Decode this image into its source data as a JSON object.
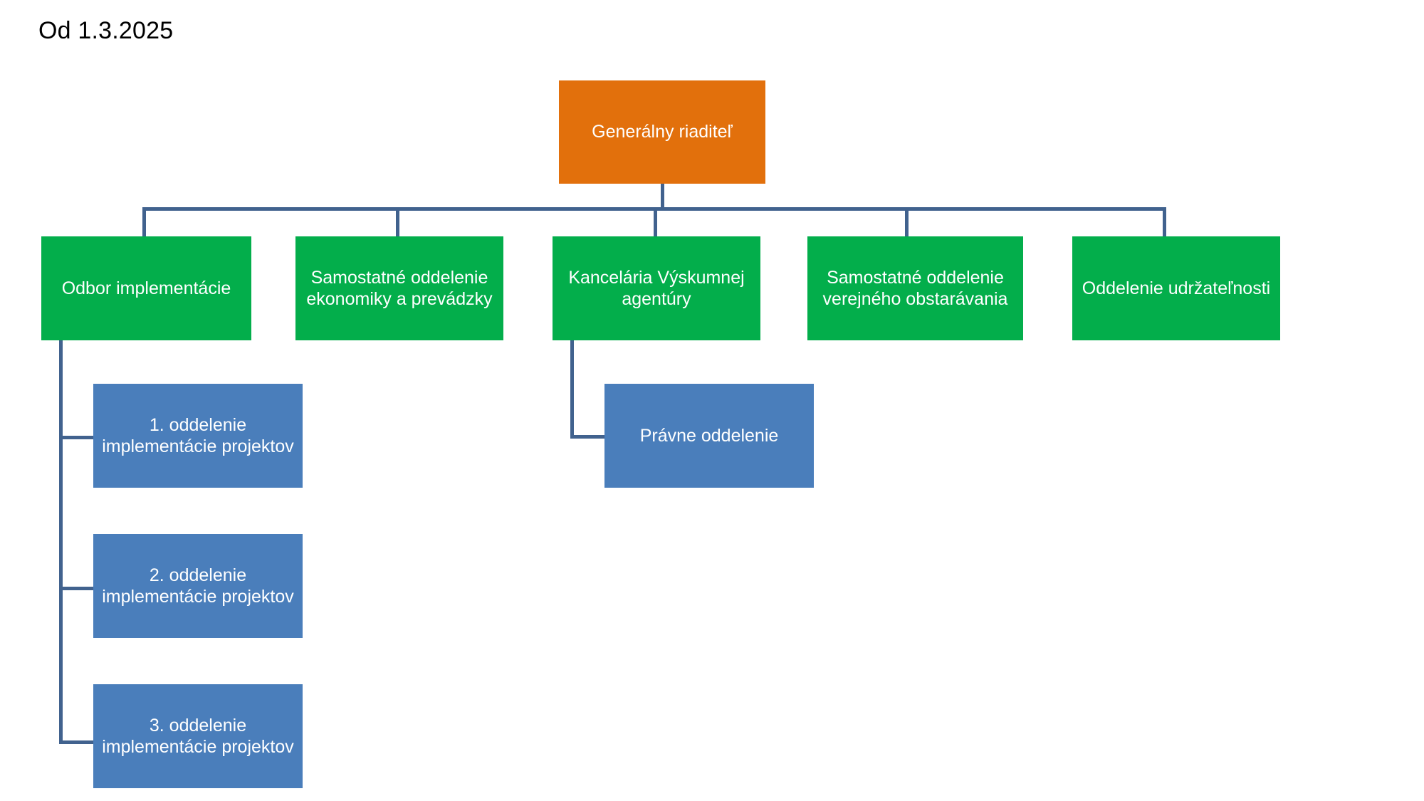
{
  "chart_data": {
    "type": "diagram",
    "diagram_kind": "org-chart",
    "title": "Od 1.3.2025",
    "levels": 3,
    "nodes": [
      {
        "id": "root",
        "label": "Generálny riaditeľ",
        "level": 0,
        "color": "#E2700C",
        "parent": null
      },
      {
        "id": "g1",
        "label": "Odbor implementácie",
        "level": 1,
        "color": "#03AE4B",
        "parent": "root"
      },
      {
        "id": "g2",
        "label": "Samostatné oddelenie ekonomiky a prevádzky",
        "level": 1,
        "color": "#03AE4B",
        "parent": "root"
      },
      {
        "id": "g3",
        "label": "Kancelária Výskumnej agentúry",
        "level": 1,
        "color": "#03AE4B",
        "parent": "root"
      },
      {
        "id": "g4",
        "label": "Samostatné oddelenie verejného obstarávania",
        "level": 1,
        "color": "#03AE4B",
        "parent": "root"
      },
      {
        "id": "g5",
        "label": "Oddelenie udržateľnosti",
        "level": 1,
        "color": "#03AE4B",
        "parent": "root"
      },
      {
        "id": "b1",
        "label": "1. oddelenie implementácie projektov",
        "level": 2,
        "color": "#4A7EBB",
        "parent": "g1"
      },
      {
        "id": "b2",
        "label": "2. oddelenie implementácie projektov",
        "level": 2,
        "color": "#4A7EBB",
        "parent": "g1"
      },
      {
        "id": "b3",
        "label": "3. oddelenie implementácie projektov",
        "level": 2,
        "color": "#4A7EBB",
        "parent": "g1"
      },
      {
        "id": "b4",
        "label": "Právne oddelenie",
        "level": 2,
        "color": "#4A7EBB",
        "parent": "g3"
      }
    ],
    "edges": [
      {
        "from": "root",
        "to": "g1"
      },
      {
        "from": "root",
        "to": "g2"
      },
      {
        "from": "root",
        "to": "g3"
      },
      {
        "from": "root",
        "to": "g4"
      },
      {
        "from": "root",
        "to": "g5"
      },
      {
        "from": "g1",
        "to": "b1"
      },
      {
        "from": "g1",
        "to": "b2"
      },
      {
        "from": "g1",
        "to": "b3"
      },
      {
        "from": "g3",
        "to": "b4"
      }
    ],
    "connector_color": "#41628E"
  },
  "header": {
    "title": "Od 1.3.2025"
  },
  "root": {
    "label": "Generálny riaditeľ"
  },
  "departments": [
    {
      "label": "Odbor implementácie"
    },
    {
      "label": "Samostatné oddelenie ekonomiky a prevádzky"
    },
    {
      "label": "Kancelária Výskumnej agentúry"
    },
    {
      "label": "Samostatné oddelenie verejného obstarávania"
    },
    {
      "label": "Oddelenie udržateľnosti"
    }
  ],
  "units": [
    {
      "label": "1. oddelenie implementácie projektov"
    },
    {
      "label": "2. oddelenie implementácie projektov"
    },
    {
      "label": "3. oddelenie implementácie projektov"
    },
    {
      "label": "Právne oddelenie"
    }
  ],
  "colors": {
    "root": "#E2700C",
    "department": "#03AE4B",
    "unit": "#4A7EBB",
    "connector": "#41628E",
    "text": "#FFFFFF",
    "title": "#000000",
    "background": "#FFFFFF"
  }
}
